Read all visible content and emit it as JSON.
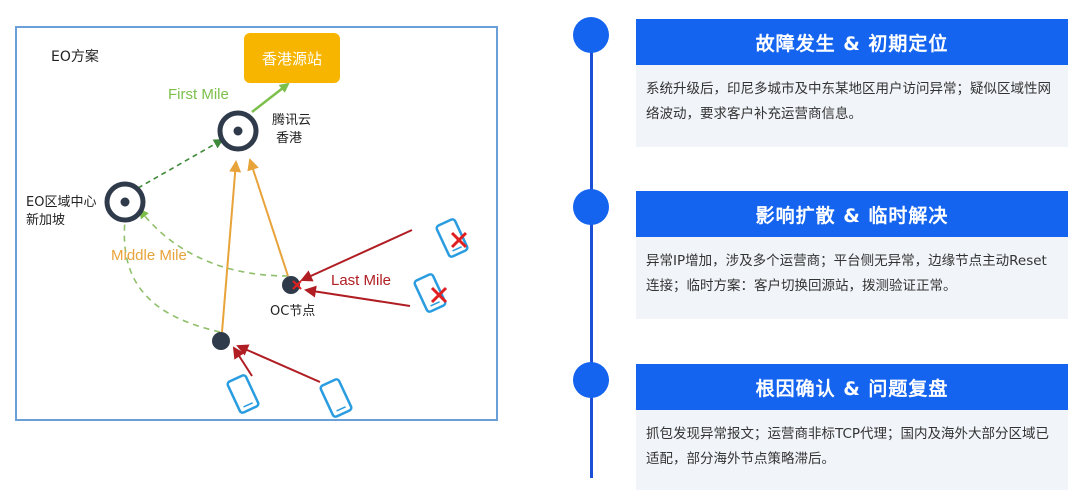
{
  "diagram": {
    "scheme_title": "EO方案",
    "origin_label": "香港源站",
    "first_mile": "First Mile",
    "middle_mile": "Middle Mile",
    "last_mile": "Last Mile",
    "hk_node_label_line1": "腾讯云",
    "hk_node_label_line2": "香港",
    "sg_node_label_line1": "EO区域中心",
    "sg_node_label_line2": "新加坡",
    "oc_node_label": "OC节点",
    "colors": {
      "frame": "#6a9fd8",
      "first_mile": "#7cbf4a",
      "middle_mile": "#e8a33a",
      "last_mile": "#b01e23",
      "node": "#2f3a4a",
      "dashed": "#8fbf6a",
      "phone": "#2a9ce0",
      "error": "#e02020"
    }
  },
  "timeline": {
    "accent": "#1464f0",
    "steps": [
      {
        "title": "故障发生 & 初期定位",
        "body": "系统升级后，印尼多城市及中东某地区用户访问异常；疑似区域性网络波动，要求客户补充运营商信息。"
      },
      {
        "title": "影响扩散 & 临时解决",
        "body": "异常IP增加，涉及多个运营商；平台侧无异常，边缘节点主动Reset连接；临时方案：客户切换回源站，拨测验证正常。"
      },
      {
        "title": "根因确认 & 问题复盘",
        "body": "抓包发现异常报文；运营商非标TCP代理；国内及海外大部分区域已适配，部分海外节点策略滞后。"
      }
    ]
  }
}
